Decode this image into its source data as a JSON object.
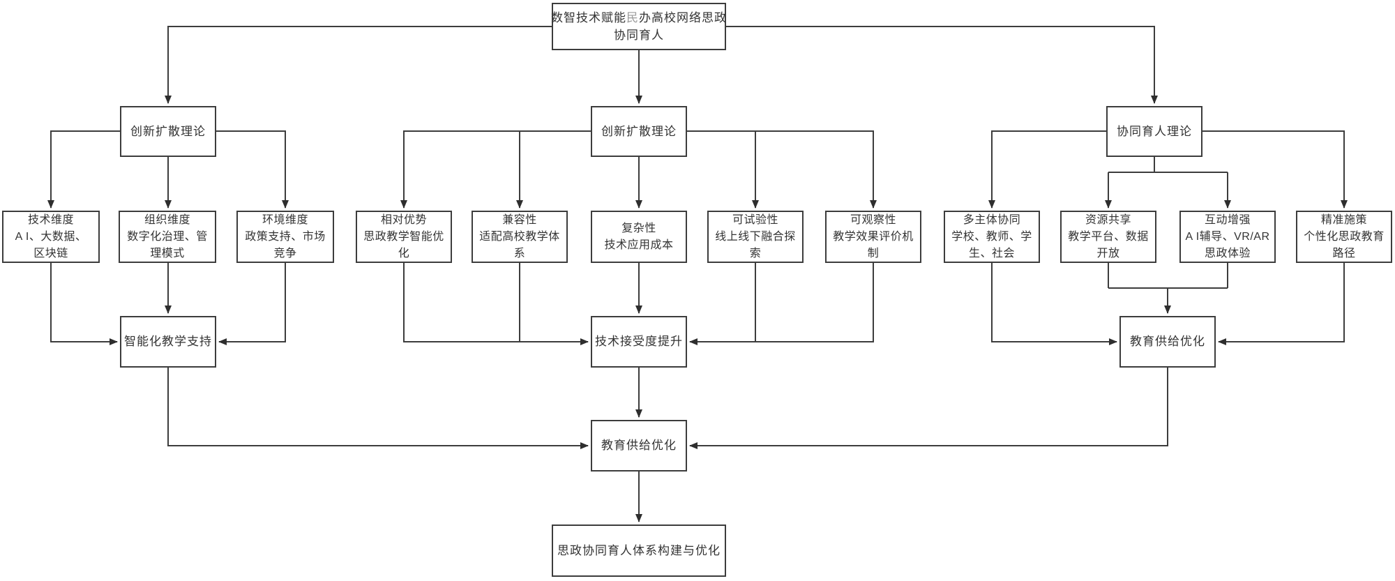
{
  "diagram": {
    "colors": {
      "line": "#3c3c3c",
      "box_border": "#3c3c3c",
      "text": "#333333",
      "muted_text": "#9b9b9b",
      "background": "#ffffff"
    },
    "nodes": {
      "root": {
        "t1": "数智技术赋能",
        "t_muted": "民",
        "t2": "办高校网络思政",
        "line2": "协同育人"
      },
      "theory_left": {
        "label": "创新扩散理论"
      },
      "theory_center": {
        "label": "创新扩散理论"
      },
      "theory_right": {
        "label": "协同育人理论"
      },
      "tech_dim": {
        "lines": [
          "技术维度",
          "A I、大数据、",
          "区块链"
        ]
      },
      "org_dim": {
        "lines": [
          "组织维度",
          "数字化治理、管",
          "理模式"
        ]
      },
      "env_dim": {
        "lines": [
          "环境维度",
          "政策支持、市场",
          "竞争"
        ]
      },
      "rel_adv": {
        "lines": [
          "相对优势",
          "思政教学智能优",
          "化"
        ]
      },
      "compat": {
        "lines": [
          "兼容性",
          "适配高校教学体",
          "系"
        ]
      },
      "complex": {
        "lines": [
          "复杂性",
          "技术应用成本"
        ]
      },
      "trial": {
        "lines": [
          "可试验性",
          "线上线下融合探",
          "索"
        ]
      },
      "observe": {
        "lines": [
          "可观察性",
          "教学效果评价机",
          "制"
        ]
      },
      "multi": {
        "lines": [
          "多主体协同",
          "学校、教师、学",
          "生、社会"
        ]
      },
      "resource": {
        "lines": [
          "资源共享",
          "教学平台、数据",
          "开放"
        ]
      },
      "interact": {
        "lines": [
          "互动增强",
          "A I辅导、VR/AR",
          "思政体验"
        ]
      },
      "precise": {
        "lines": [
          "精准施策",
          "个性化思政教育",
          "路径"
        ]
      },
      "smart_support": {
        "label": "智能化教学支持"
      },
      "tech_accept": {
        "label": "技术接受度提升"
      },
      "edu_supply_right": {
        "label": "教育供给优化"
      },
      "edu_supply": {
        "label": "教育供给优化"
      },
      "final": {
        "label": "思政协同育人体系构建与优化"
      }
    }
  }
}
